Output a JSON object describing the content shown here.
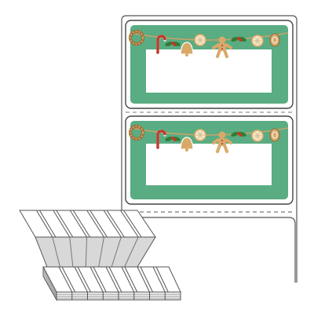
{
  "product": {
    "kind": "fanfold label sheet",
    "theme": "Christmas gingerbread garland",
    "labels_visible": 2,
    "frame_color": "#5aac82",
    "rope_color": "#c9a26a",
    "border_color": "#555555",
    "ornaments": [
      "wreath-icon",
      "candy-cane-icon",
      "holly-icon",
      "snowflake-cookie-icon",
      "gingerbread-bell-icon",
      "gingerbread-man-icon",
      "holly-icon",
      "snowflake-cookie-icon",
      "cookie-icon"
    ]
  }
}
